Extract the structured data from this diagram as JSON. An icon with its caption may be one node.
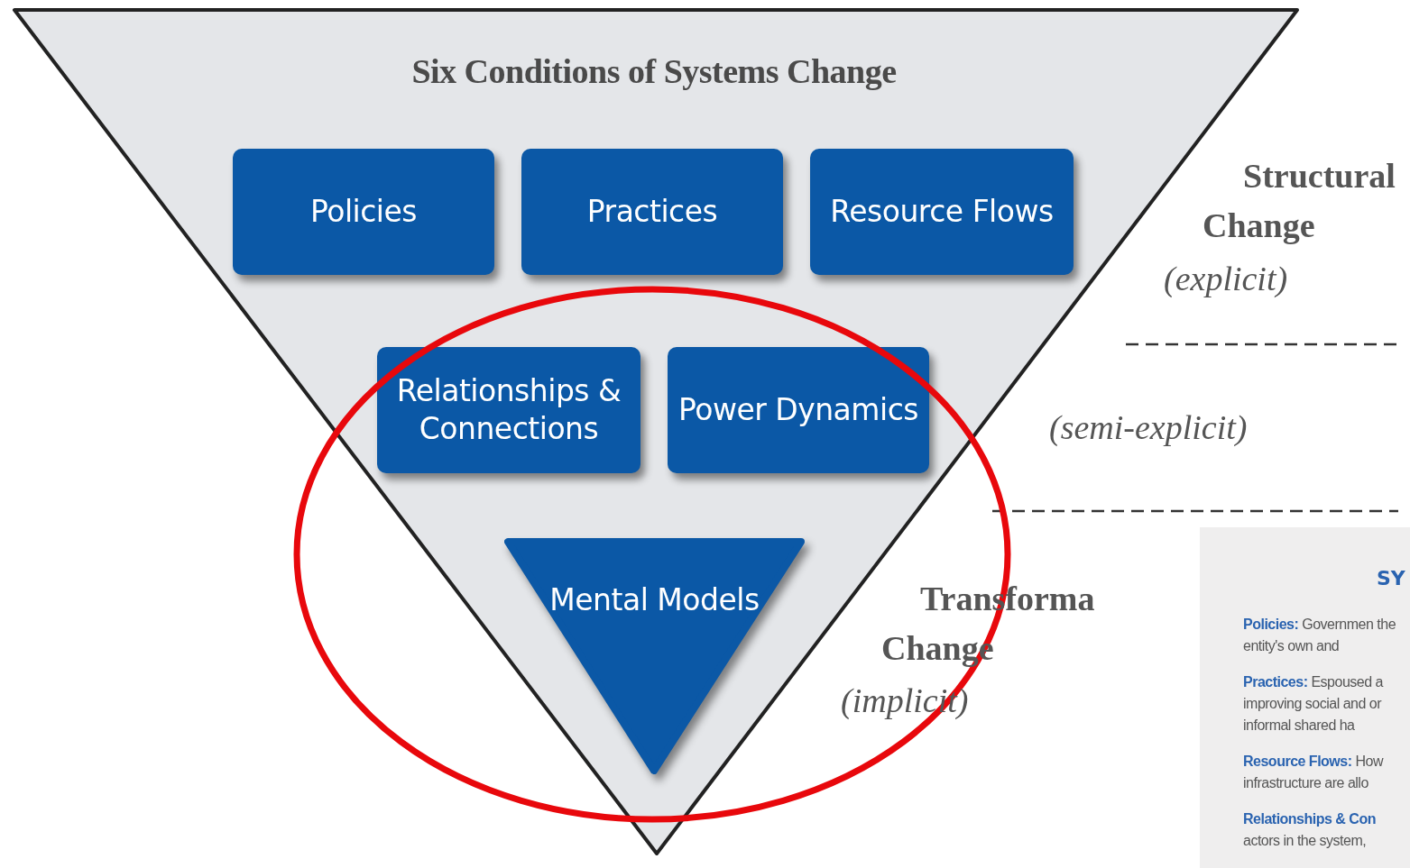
{
  "diagram": {
    "nodes": [
      {
        "text": [
          "Six Conditions of Systems Change"
        ]
      },
      {
        "text": [
          "Policies"
        ],
        "in": 0
      },
      {
        "text": [
          "Practices"
        ],
        "in": 0
      },
      {
        "text": [
          "Resource Flows"
        ],
        "in": 0
      },
      {
        "text": [
          "Relationships & Connections"
        ],
        "in": 0
      },
      {
        "text": [
          "Power Dynamics"
        ],
        "in": 0
      },
      {
        "text": [
          "Mental Models"
        ],
        "in": 0
      },
      {
        "text": [
          "SY",
          "**Policies:** Governmen the entity's own and",
          "**Practices:** Espoused a improving social and or informal shared ha",
          "**Resource Flows:** How infrastructure are allo",
          "**Relationships & Con** actors in the system,"
        ]
      }
    ],
    "edges": [],
    "labels": [
      "Structural Change",
      "(explicit)",
      "(semi-explicit)",
      "Transforma Change",
      "(implicit)"
    ]
  }
}
